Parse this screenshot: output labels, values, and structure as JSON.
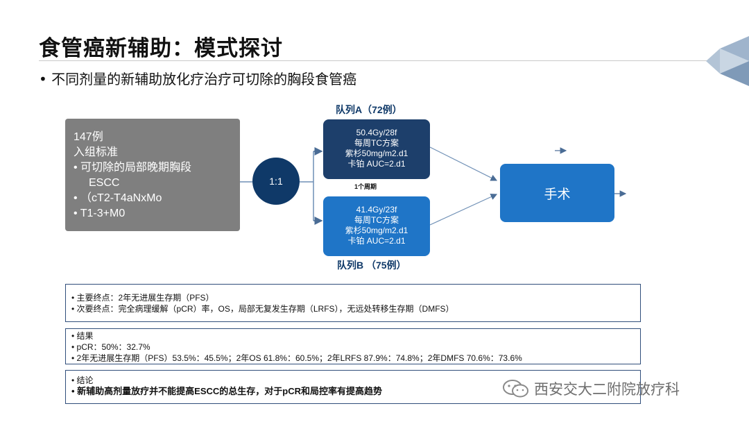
{
  "header": {
    "title": "食管癌新辅助：模式探讨",
    "subtitle": "• 不同剂量的新辅助放化疗治疗可切除的胸段食管癌"
  },
  "enrollment": {
    "lines": [
      "147例",
      "入组标准",
      "• 可切除的局部晚期胸段",
      "ESCC",
      "•  （cT2-T4aNxMo",
      "• T1-3+M0"
    ]
  },
  "randomization": {
    "ratio": "1:1"
  },
  "cohort_a": {
    "label": "队列A（72例）",
    "lines": [
      "50.4Gy/28f",
      "每周TC方案",
      "紫杉50mg/m2.d1",
      "卡铂 AUC=2.d1"
    ],
    "cycle_note": "1个周期"
  },
  "cohort_b": {
    "label": "队列B （75例）",
    "lines": [
      "41.4Gy/23f",
      "每周TC方案",
      "紫杉50mg/m2.d1",
      "卡铂 AUC=2.d1"
    ]
  },
  "surgery": {
    "label": "手术"
  },
  "endpoints": {
    "primary": "• 主要终点：2年无进展生存期（PFS）",
    "secondary": "• 次要终点：完全病理缓解（pCR）率，OS，局部无复发生存期（LRFS），无远处转移生存期（DMFS）"
  },
  "results": {
    "heading": "• 结果",
    "pcr": "• pCR：50%：32.7%",
    "survival": "• 2年无进展生存期（PFS）53.5%：45.5%；2年OS 61.8%：60.5%；2年LRFS 87.9%：74.8%；2年DMFS 70.6%：73.6%"
  },
  "conclusion": {
    "heading": "• 结论",
    "text": "• 新辅助高剂量放疗并不能提高ESCC的总生存，对于pCR和局控率有提高趋势"
  },
  "watermark": {
    "text": "西安交大二附院放疗科"
  },
  "colors": {
    "navy": "#0f3968",
    "dark_blue": "#1d3f6b",
    "blue": "#1f75c7",
    "gray": "#7f7f7f"
  }
}
